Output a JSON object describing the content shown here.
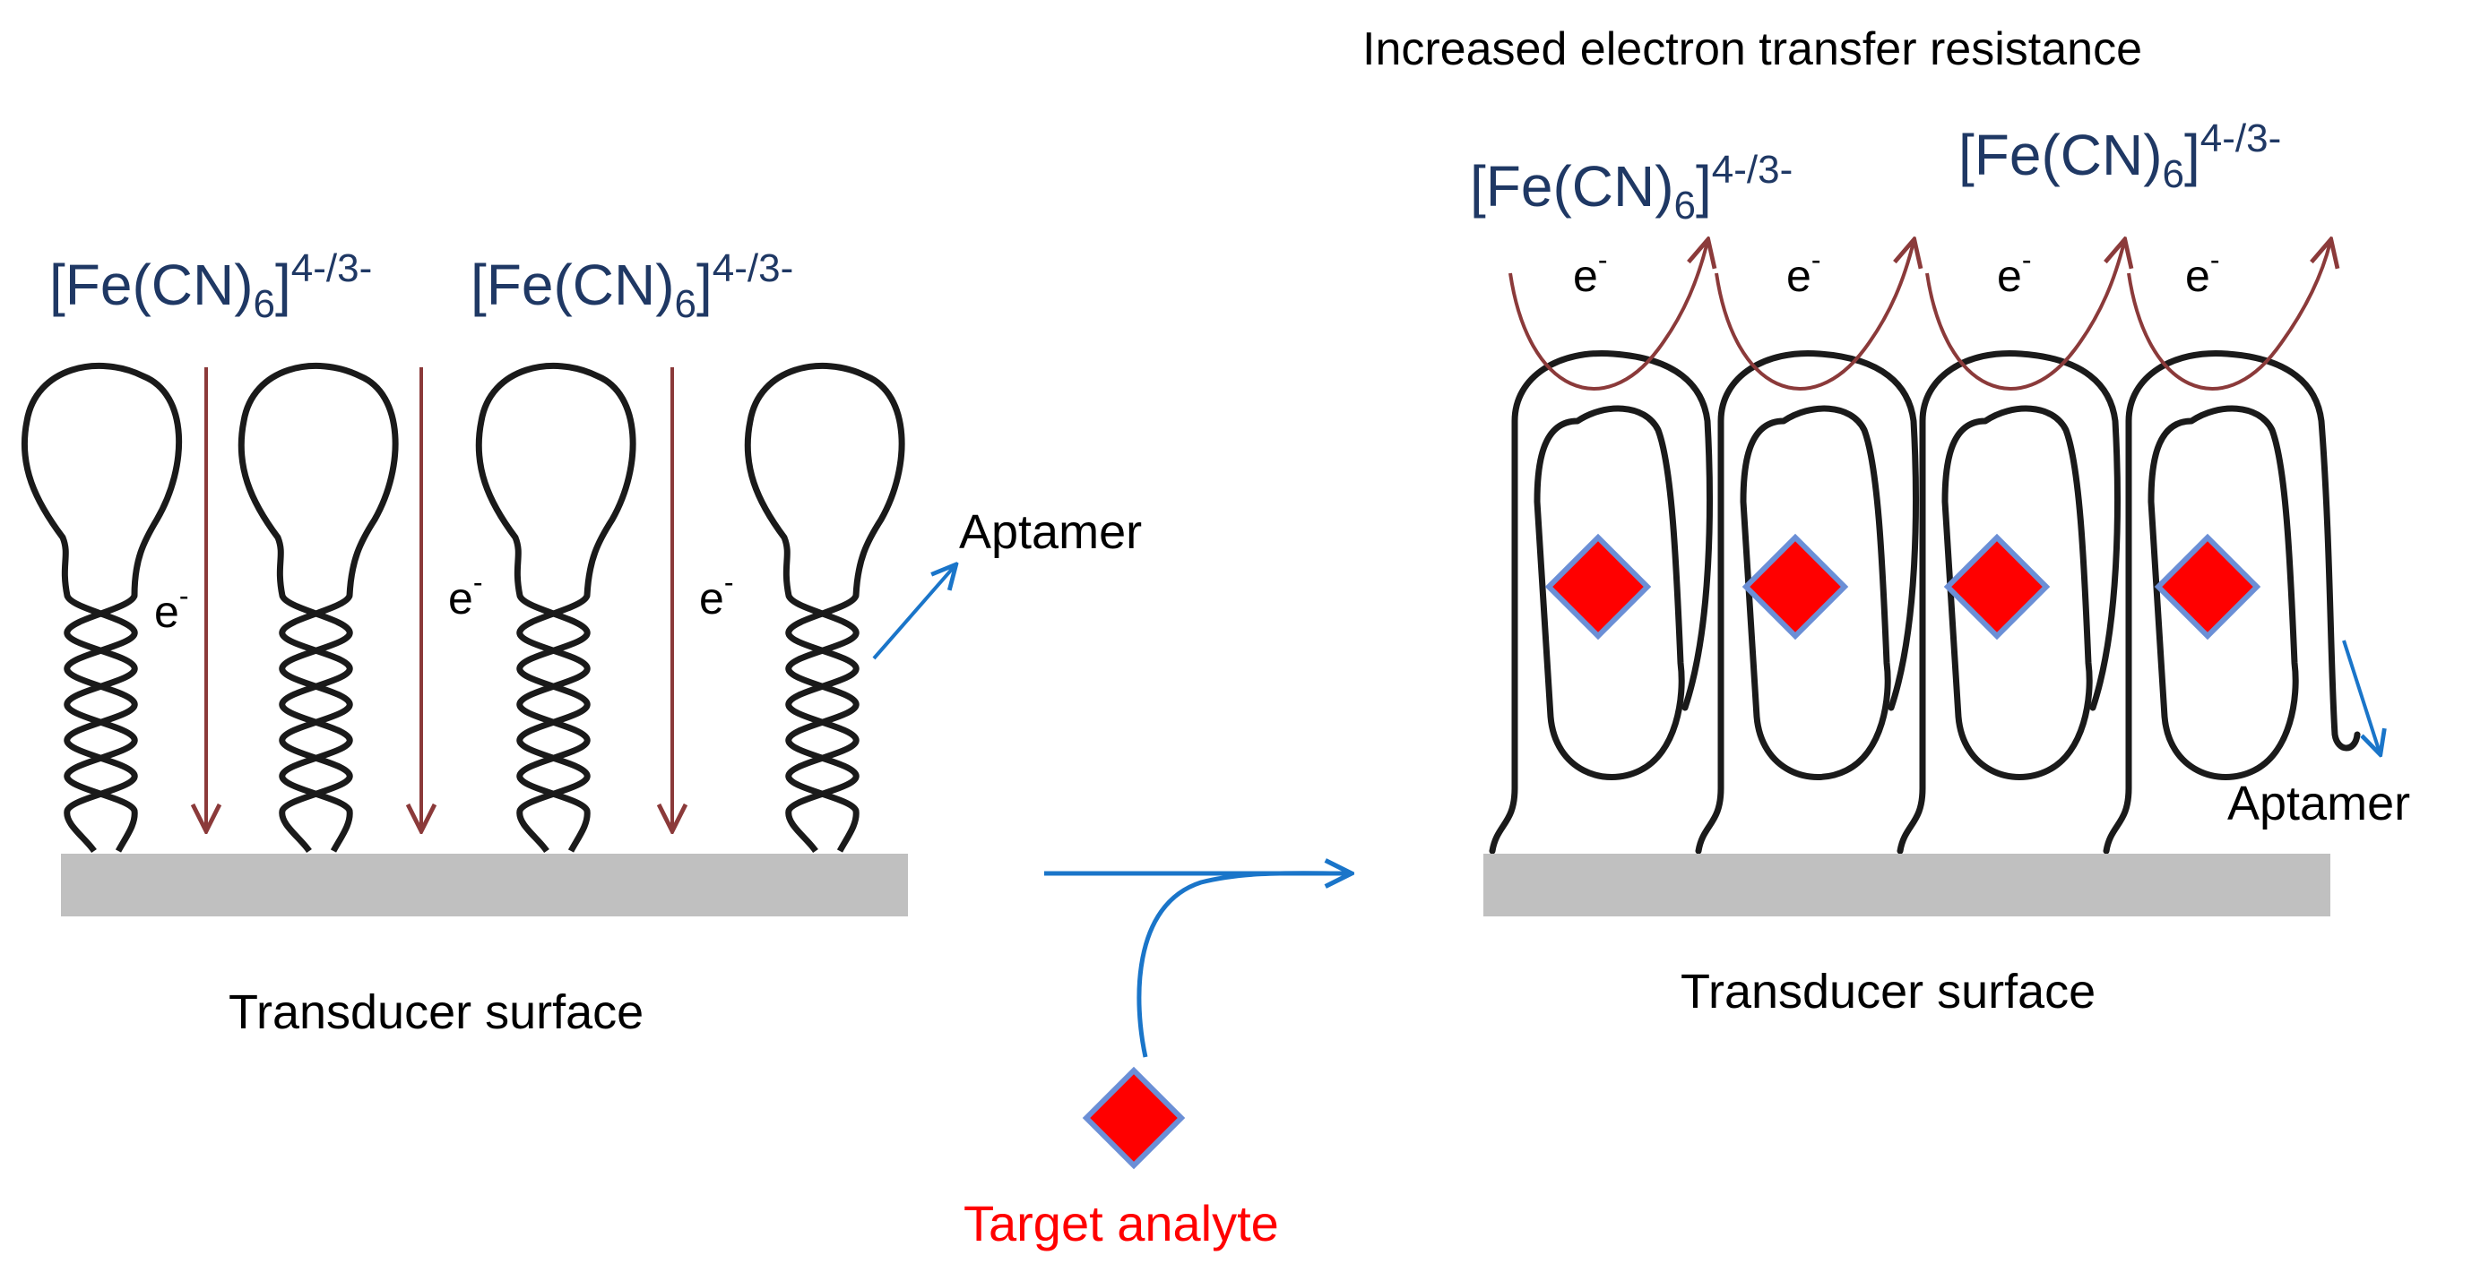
{
  "title": "Increased electron transfer resistance",
  "redox": {
    "base": "[Fe(CN)",
    "sub": "6",
    "close": "]",
    "sup": "4-/3-"
  },
  "electron": {
    "base": "e",
    "sup": "-"
  },
  "labels": {
    "aptamer": "Aptamer",
    "surface_left": "Transducer surface",
    "surface_right": "Transducer surface",
    "target": "Target analyte"
  },
  "colors": {
    "ion_text": "#1f3864",
    "electron_arrow": "#8b3a3a",
    "flow_arrow": "#1a75c9",
    "surface": "#c0c0c0",
    "analyte_fill": "#ff0000",
    "analyte_border": "#6b8fd6",
    "target_text": "#ff0000"
  }
}
